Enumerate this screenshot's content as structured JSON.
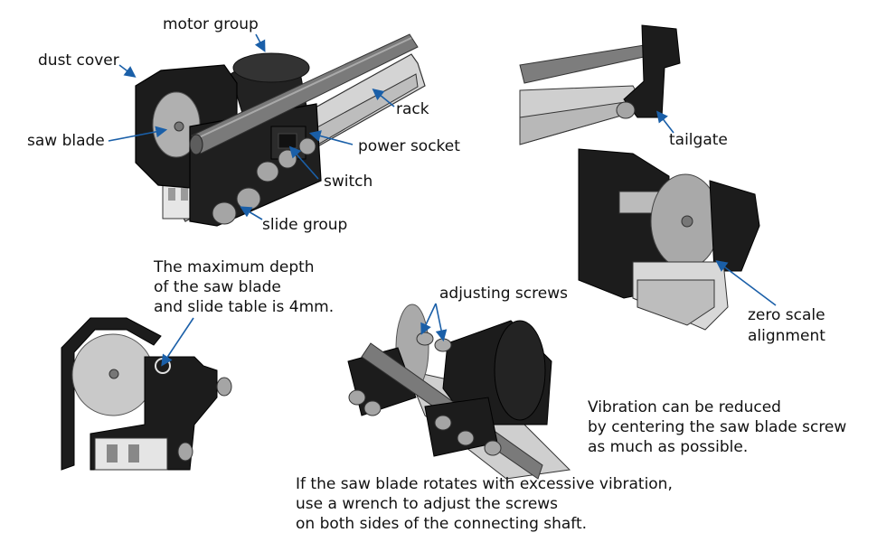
{
  "labels": {
    "motor_group": "motor group",
    "dust_cover": "dust cover",
    "rack": "rack",
    "saw_blade": "saw blade",
    "power_socket": "power socket",
    "switch": "switch",
    "slide_group": "slide group",
    "tailgate": "tailgate",
    "zero_scale_line1": "zero scale",
    "zero_scale_line2": "alignment",
    "adjusting_screws": "adjusting screws"
  },
  "notes": {
    "depth": [
      "The maximum depth",
      "of the saw blade",
      "and slide table is 4mm."
    ],
    "vibration": [
      "Vibration can be reduced",
      "by centering the saw blade screw",
      "as much as possible."
    ],
    "wrench": [
      "If the saw blade rotates with excessive vibration,",
      "use a wrench to adjust the screws",
      "on both sides of the connecting shaft."
    ]
  },
  "colors": {
    "callout": "#1a5fa8",
    "body_black": "#1c1c1c",
    "rail_gray": "#c9c9c9",
    "blade_gray": "#a9a9a9"
  }
}
